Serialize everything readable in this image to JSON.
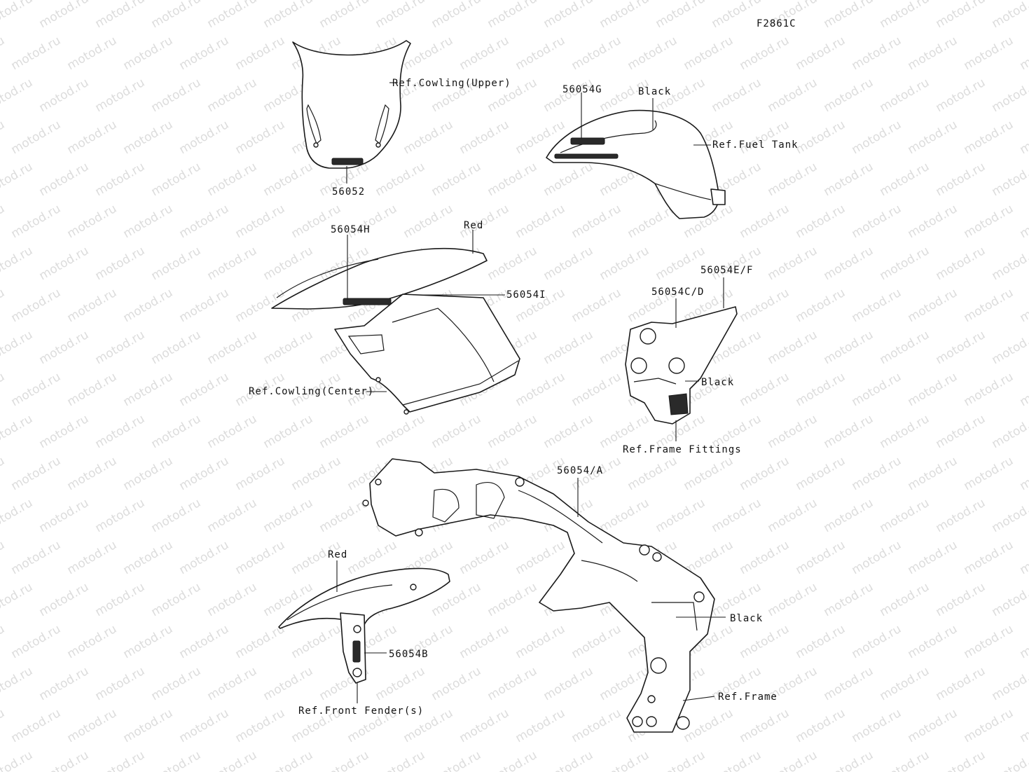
{
  "figure_code": "F2861C",
  "watermark_text": "motod.ru",
  "labels": {
    "cowling_upper": "Ref.Cowling(Upper)",
    "part_56052": "56052",
    "part_56054g": "56054G",
    "black_tank": "Black",
    "fuel_tank": "Ref.Fuel Tank",
    "part_56054h": "56054H",
    "red_side": "Red",
    "part_56054i": "56054I",
    "cowling_center": "Ref.Cowling(Center)",
    "part_56054ef": "56054E/F",
    "part_56054cd": "56054C/D",
    "black_fittings": "Black",
    "frame_fittings": "Ref.Frame Fittings",
    "part_56054a": "56054/A",
    "red_fender": "Red",
    "part_56054b": "56054B",
    "front_fender": "Ref.Front Fender(s)",
    "black_frame": "Black",
    "frame": "Ref.Frame"
  }
}
